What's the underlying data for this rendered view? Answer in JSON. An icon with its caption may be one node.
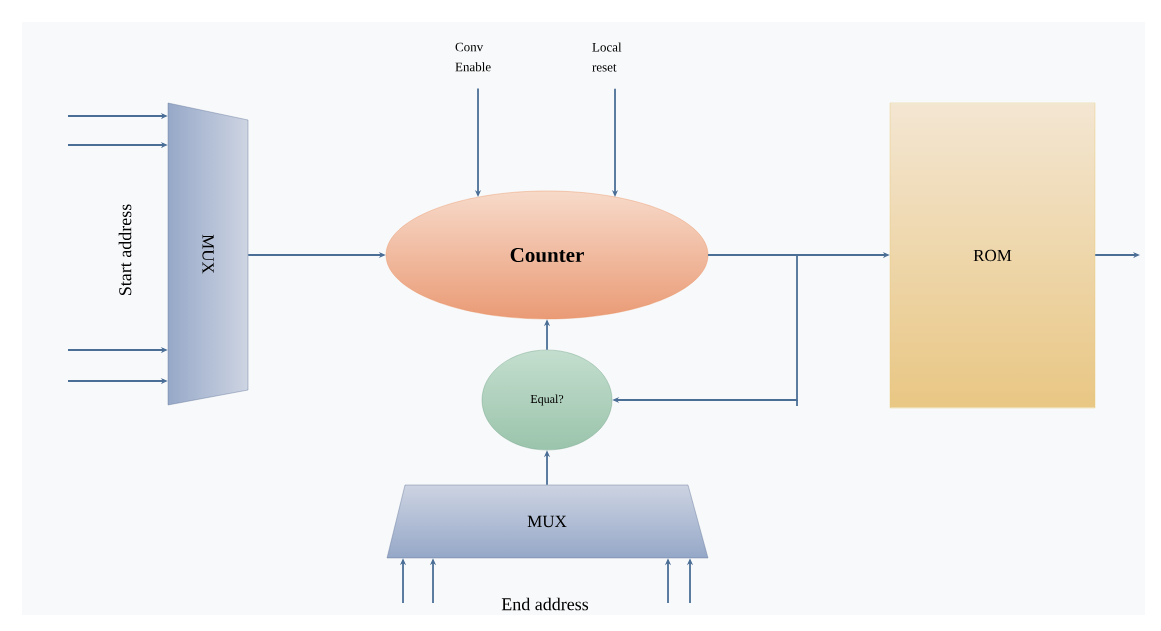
{
  "diagram": {
    "nodes": [
      {
        "text": [
          "MUX"
        ]
      },
      {
        "text": [
          "Conv Enable"
        ]
      },
      {
        "text": [
          "Local reset"
        ]
      },
      {
        "text": [
          "Counter"
        ]
      },
      {
        "text": [
          "ROM"
        ]
      },
      {
        "text": [
          "Equal?"
        ]
      },
      {
        "text": [
          "MUX"
        ]
      }
    ],
    "edges": [
      {
        "from": null,
        "to": 0,
        "arrow": "to"
      },
      {
        "from": null,
        "to": 0,
        "arrow": "to"
      },
      {
        "from": null,
        "to": 0,
        "arrow": "to"
      },
      {
        "from": null,
        "to": 0,
        "arrow": "to"
      },
      {
        "from": 0,
        "to": 3,
        "arrow": "to"
      },
      {
        "from": 1,
        "to": 3,
        "arrow": "to"
      },
      {
        "from": 2,
        "to": 3,
        "arrow": "to"
      },
      {
        "from": 3,
        "to": 4,
        "arrow": "to"
      },
      {
        "from": 3,
        "to": 5,
        "arrow": "to"
      },
      {
        "from": 5,
        "to": 3,
        "arrow": "to"
      },
      {
        "from": 6,
        "to": 5,
        "arrow": "to"
      },
      {
        "from": null,
        "to": 6,
        "arrow": "to"
      },
      {
        "from": null,
        "to": 6,
        "arrow": "to"
      },
      {
        "from": null,
        "to": 6,
        "arrow": "to"
      },
      {
        "from": null,
        "to": 6,
        "arrow": "to"
      },
      {
        "from": 4,
        "to": null,
        "arrow": "to"
      }
    ],
    "labels": [
      "Start address",
      "End address"
    ]
  }
}
